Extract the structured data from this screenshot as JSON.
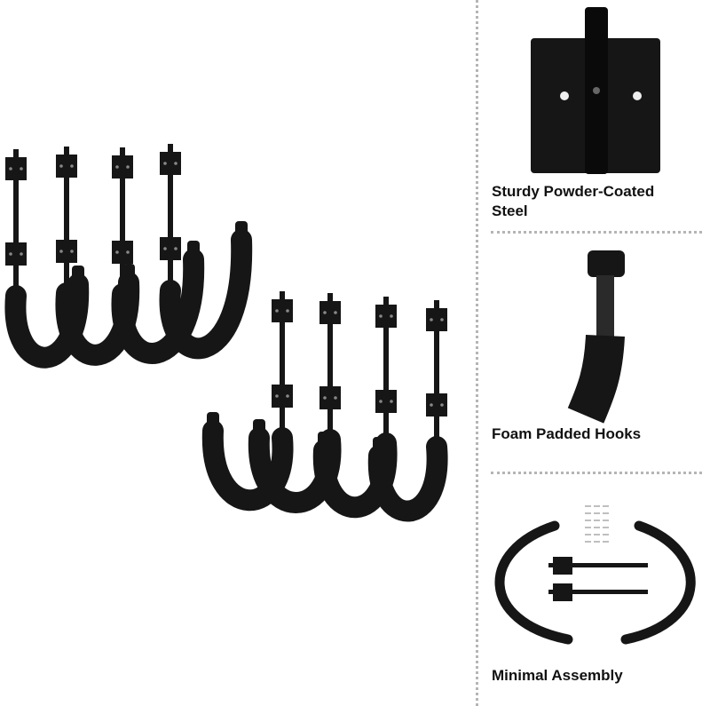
{
  "features": [
    {
      "caption_line1": "Sturdy Powder-Coated",
      "caption_line2": "Steel"
    },
    {
      "caption_line1": "Foam Padded Hooks"
    },
    {
      "caption_line1": "Minimal Assembly"
    }
  ],
  "colors": {
    "product": "#161616",
    "divider": "#b5b5b5",
    "background": "#ffffff"
  }
}
